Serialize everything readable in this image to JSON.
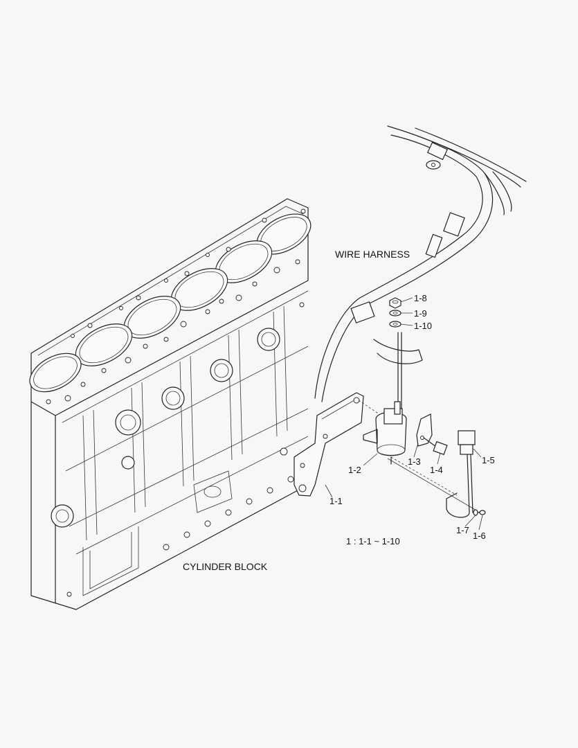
{
  "labels": {
    "wire_harness": "WIRE HARNESS",
    "cylinder_block": "CYLINDER BLOCK",
    "assembly_note": "1 : 1-1 ~ 1-10"
  },
  "callouts": {
    "p1_1": "1-1",
    "p1_2": "1-2",
    "p1_3": "1-3",
    "p1_4": "1-4",
    "p1_5": "1-5",
    "p1_6": "1-6",
    "p1_7": "1-7",
    "p1_8": "1-8",
    "p1_9": "1-9",
    "p1_10": "1-10"
  }
}
